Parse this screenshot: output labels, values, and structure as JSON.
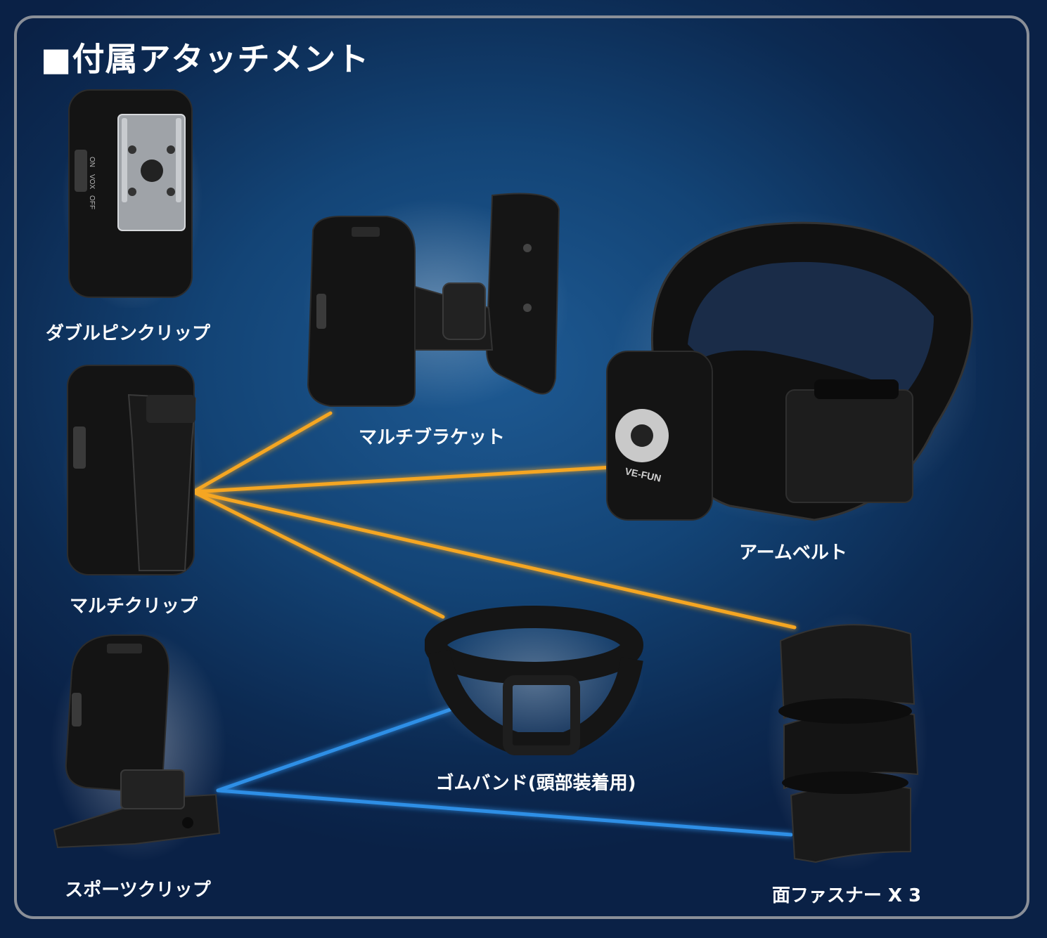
{
  "title": "■付属アタッチメント",
  "colors": {
    "background": "#134476",
    "frame": "#8a8f98",
    "connector_orange": "#f5a623",
    "connector_blue": "#2f8fe6",
    "text": "#ffffff"
  },
  "items": [
    {
      "label": "ダブルピンクリップ"
    },
    {
      "label": "マルチブラケット"
    },
    {
      "label": "アームベルト"
    },
    {
      "label": "マルチクリップ"
    },
    {
      "label": "ゴムバンド(頭部装着用)"
    },
    {
      "label": "スポーツクリップ"
    },
    {
      "label": "面ファスナー X 3"
    }
  ],
  "device_text": {
    "switch_on": "ON",
    "switch_vox": "VOX",
    "switch_off": "OFF"
  },
  "logo": "VE-FUN"
}
